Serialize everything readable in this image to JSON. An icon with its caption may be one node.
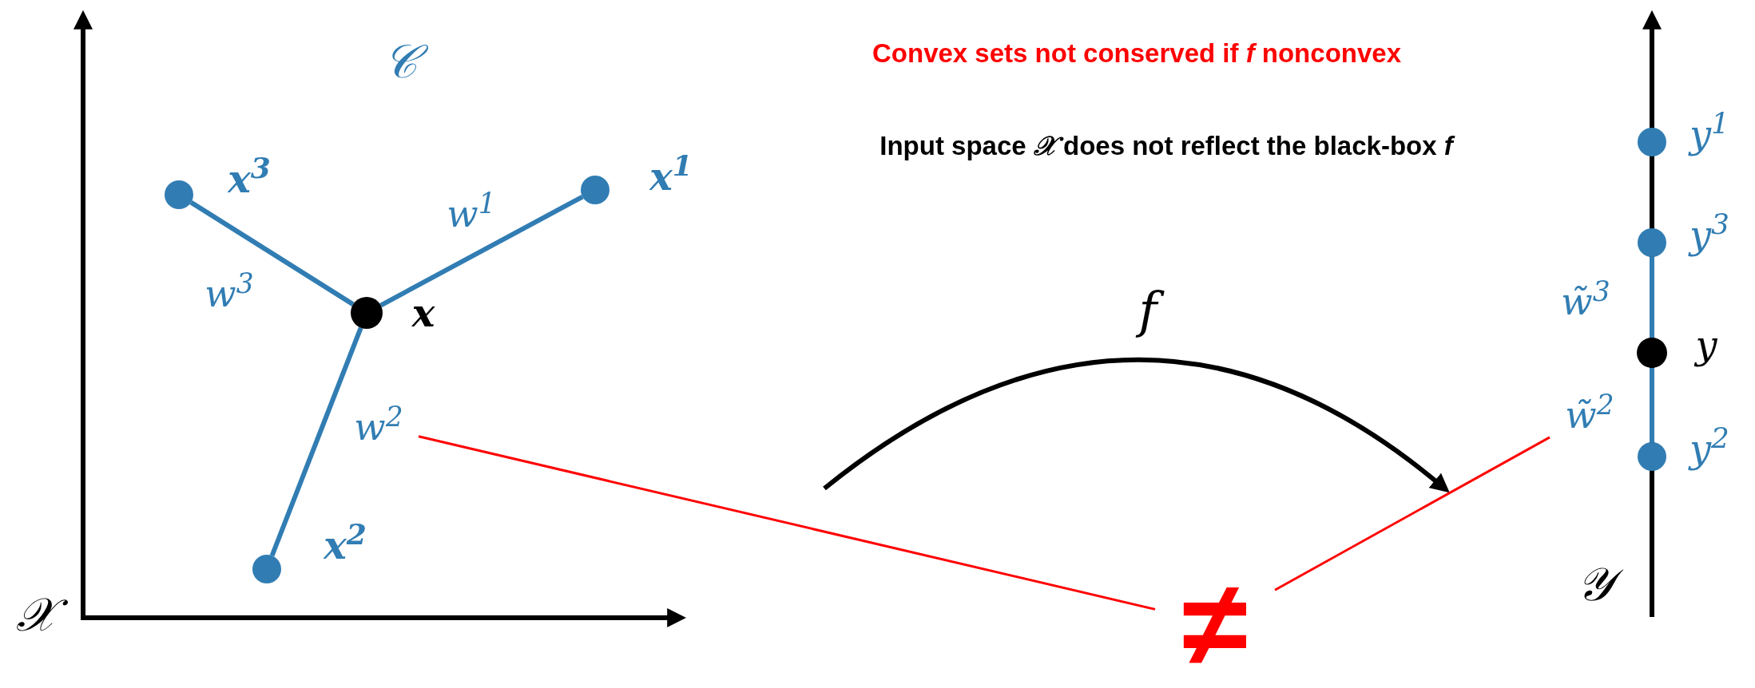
{
  "diagram": {
    "nodes": [
      {
        "text": [],
        "shape": "circle",
        "beside": [
          "x$^{3}$"
        ]
      },
      {
        "text": [],
        "shape": "circle",
        "beside": [
          "x$^{1}$"
        ]
      },
      {
        "text": [],
        "shape": "circle",
        "beside": [
          "x"
        ]
      },
      {
        "text": [],
        "shape": "circle",
        "beside": [
          "x$^{2}$"
        ]
      },
      {
        "text": [
          "w$^{2}$"
        ]
      },
      {
        "text": [
          "≠"
        ]
      },
      {
        "text": [],
        "shape": "circle",
        "beside": [
          "y$^{1}$"
        ]
      },
      {
        "text": [],
        "shape": "circle",
        "beside": [
          "y$^{3}$"
        ]
      },
      {
        "text": [],
        "shape": "circle",
        "beside": [
          "y"
        ]
      },
      {
        "text": [],
        "shape": "circle",
        "beside": [
          "y$^{2}$"
        ]
      },
      {
        "text": [
          "w̃$^{2}$"
        ]
      }
    ],
    "edges": [
      {
        "from": 0,
        "to": 2,
        "arrow": "none",
        "label": "w$^{3}$"
      },
      {
        "from": 1,
        "to": 2,
        "arrow": "none",
        "label": "w$^{1}$"
      },
      {
        "from": 3,
        "to": 2,
        "arrow": "none"
      },
      {
        "from": 7,
        "to": 8,
        "arrow": "none",
        "label": "w̃$^{3}$"
      },
      {
        "from": 8,
        "to": 9,
        "arrow": "none"
      },
      {
        "from": 4,
        "to": 5,
        "arrow": "none",
        "color": "#ff0000"
      },
      {
        "from": 5,
        "to": 10,
        "arrow": "none",
        "color": "#ff0000"
      }
    ],
    "labels": [
      "𝒞",
      "Convex sets not conserved if *f* nonconvex",
      "Input space *𝒳* does not reflect the black-box *f*",
      "f",
      "𝒳",
      "𝒴"
    ]
  }
}
